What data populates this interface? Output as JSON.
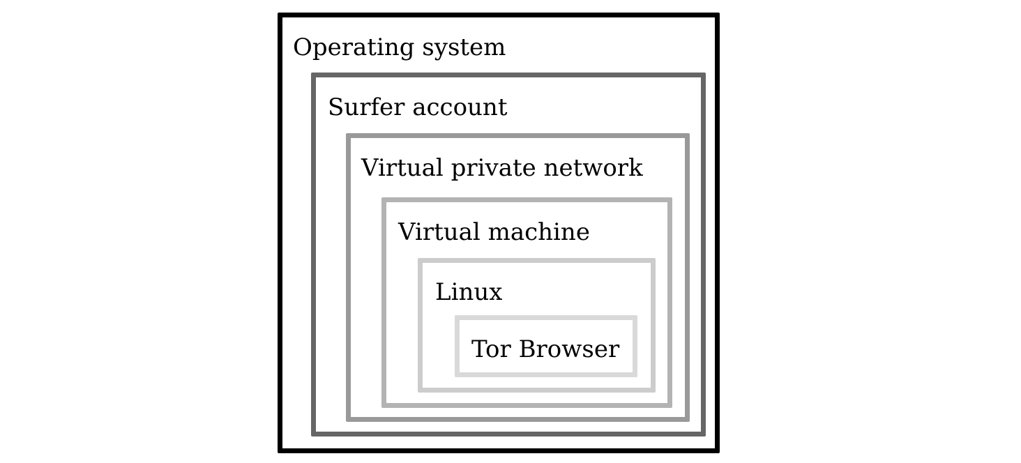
{
  "diagram": {
    "layers": [
      {
        "label": "Operating system",
        "border_color": "#000000"
      },
      {
        "label": "Surfer account",
        "border_color": "#666666"
      },
      {
        "label": "Virtual private network",
        "border_color": "#999999"
      },
      {
        "label": "Virtual machine",
        "border_color": "#b3b3b3"
      },
      {
        "label": "Linux",
        "border_color": "#cccccc"
      },
      {
        "label": "Tor Browser",
        "border_color": "#d9d9d9"
      }
    ]
  }
}
